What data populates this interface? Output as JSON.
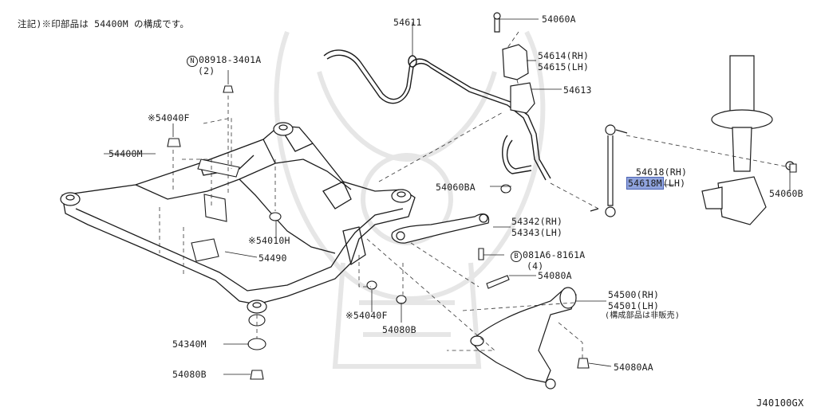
{
  "note": "注記)※印部品は 54400M の構成です。",
  "diagram_code": "J40100GX",
  "colors": {
    "line": "#1c1c1c",
    "highlight": "#8fa3dd",
    "watermark": "#e4e4e4",
    "dash": "#333333"
  },
  "parts": {
    "p54611": "54611",
    "p54060A": "54060A",
    "p54614": "54614(RH)",
    "p54615": "54615(LH)",
    "p54613": "54613",
    "p08918_symbol": "N",
    "p08918": "08918-3401A",
    "p08918_qty": "(2)",
    "p54040F_top": "※54040F",
    "p54400M": "54400M",
    "p54618": "54618(RH)",
    "p54618M": "54618M",
    "p54618M_side": "(LH)",
    "p54060BA": "54060BA",
    "p54060B": "54060B",
    "p54342": "54342(RH)",
    "p54343": "54343(LH)",
    "p54010H": "※54010H",
    "p54490": "54490",
    "p081A6_symbol": "B",
    "p081A6": "081A6-8161A",
    "p081A6_qty": "(4)",
    "p54080A": "54080A",
    "p54500": "54500(RH)",
    "p54501": "54501(LH)",
    "p54500_note": "(構成部品は非販売)",
    "p54040F_bottom": "※54040F",
    "p54080B_mid": "54080B",
    "p54340M": "54340M",
    "p54080B_bottom": "54080B",
    "p54080AA": "54080AA"
  }
}
